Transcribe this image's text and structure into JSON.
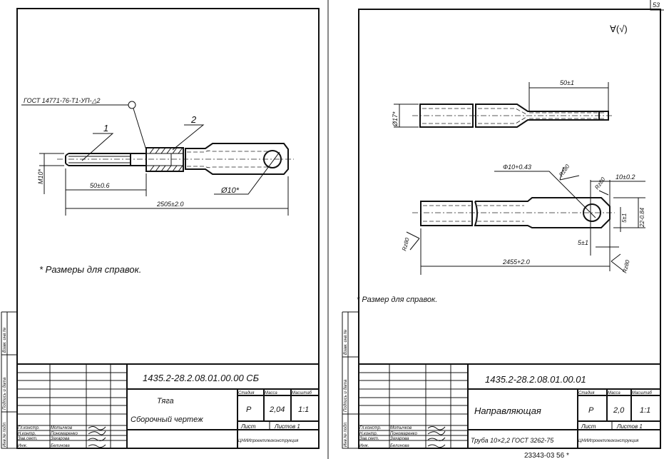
{
  "page_number": "53",
  "footer_code": "23343-03 56 *",
  "left_sheet": {
    "weld_note": "ГОСТ 14771-76-Т1-УП-△2",
    "callout_1": "1",
    "callout_2": "2",
    "dim_thread": "М10*",
    "dim_length_short": "50±0.6",
    "dim_length_total": "2505±2.0",
    "dim_hole": "Ø10*",
    "note": "* Размеры для справок.",
    "title_block": {
      "code": "1435.2-28.2.08.01.00.00 СБ",
      "name": "Тяга",
      "doc_type": "Сборочный чертеж",
      "stage_label": "Стадия",
      "mass_label": "Масса",
      "scale_label": "Масштаб",
      "stage": "Р",
      "mass": "2,04",
      "scale": "1:1",
      "sheet_label": "Лист",
      "sheets_label": "Листов 1",
      "organization": "ЦНИИпроектлегконструкция",
      "roles": [
        "Гл.констр.",
        "Н.контр.",
        "Зав.сект.",
        "Инж."
      ],
      "names": [
        "Мотычков",
        "Пономаренко",
        "Захарова",
        "Белинова"
      ]
    },
    "stamp_column": [
      "Инв.№ подл.",
      "Подпись и дата",
      "Взам. инв.№"
    ]
  },
  "right_sheet": {
    "roughness_symbol": "∀(√)",
    "dim_diameter": "Ø17*",
    "dim_flat_length": "50±1",
    "dim_hole": "Ф10+0.43",
    "roughness_1": "Rz80",
    "roughness_2": "Rz80",
    "roughness_3": "Rz80",
    "roughness_4": "Rz80",
    "dim_edge": "10±0.2",
    "dim_width": "22-0.84",
    "dim_offset_v": "5±1",
    "dim_offset_h": "5±1",
    "dim_length_total": "2455+2.0",
    "note": "* Размер для справок.",
    "title_block": {
      "code": "1435.2-28.2.08.01.00.01",
      "name": "Направляющая",
      "material": "Труба 10×2,2 ГОСТ 3262-75",
      "stage_label": "Стадия",
      "mass_label": "Масса",
      "scale_label": "Масштаб",
      "stage": "Р",
      "mass": "2,0",
      "scale": "1:1",
      "sheet_label": "Лист",
      "sheets_label": "Листов 1",
      "organization": "ЦНИИпроектлегконструкция",
      "roles": [
        "Гл.констр.",
        "Н.контр.",
        "Зав.сект.",
        "Инж."
      ],
      "names": [
        "Мотычков",
        "Пономаренко",
        "Захарова",
        "Белинова"
      ]
    },
    "stamp_column": [
      "Инв.№ подл.",
      "Подпись и дата",
      "Взам. инв.№"
    ]
  }
}
